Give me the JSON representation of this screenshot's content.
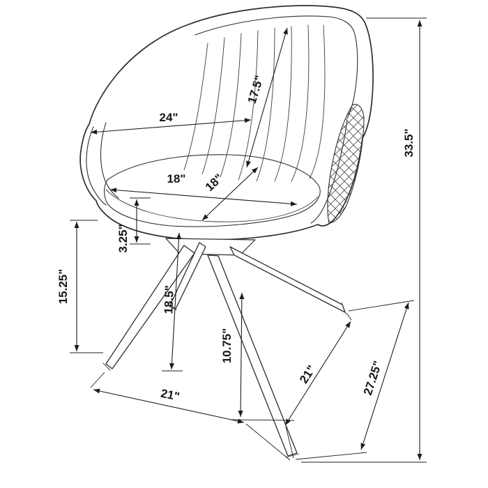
{
  "diagram": {
    "labels": {
      "back_height": "17.5\"",
      "back_width": "24\"",
      "seat_width": "18\"",
      "seat_depth": "18\"",
      "seat_thickness": "3.25\"",
      "arm_height": "15.25\"",
      "seat_to_floor": "18.5\"",
      "leg_height": "10.75\"",
      "base_width": "21\"",
      "base_depth": "21\"",
      "base_diagonal": "27.25\"",
      "overall_height": "33.5\""
    }
  }
}
